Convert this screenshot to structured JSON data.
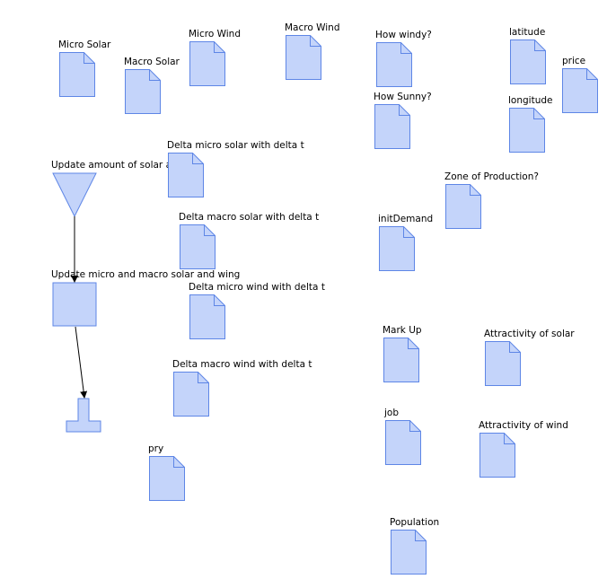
{
  "colors": {
    "fill": "#c4d4fa",
    "stroke": "#5e86e6",
    "edge": "#000000",
    "background": "#ffffff"
  },
  "flow": {
    "start_label": "Update amount of solar and",
    "action_label": "Update micro and macro solar and wing"
  },
  "nodes": {
    "micro_solar": "Micro Solar",
    "macro_solar": "Macro Solar",
    "micro_wind": "Micro Wind",
    "macro_wind": "Macro Wind",
    "how_windy": "How windy?",
    "how_sunny": "How Sunny?",
    "latitude": "latitude",
    "longitude": "longitude",
    "price": "price",
    "delta_micro_solar": "Delta micro solar with delta t",
    "delta_macro_solar": "Delta macro solar with delta t",
    "delta_micro_wind": "Delta micro wind with delta t",
    "delta_macro_wind": "Delta macro wind with delta t",
    "zone_of_production": "Zone of Production?",
    "init_demand": "initDemand",
    "mark_up": "Mark Up",
    "attractivity_solar": "Attractivity of solar",
    "job": "job",
    "attractivity_wind": "Attractivity of wind",
    "pry": "pry",
    "population": "Population"
  }
}
